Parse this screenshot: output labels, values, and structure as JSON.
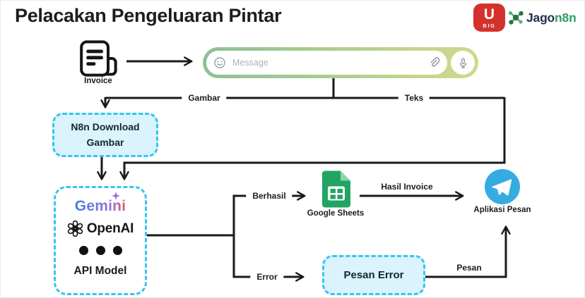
{
  "header": {
    "title": "Pelacakan Pengeluaran Pintar",
    "ubig_logo": {
      "letter": "U",
      "word": "BIG"
    },
    "jagon8n_logo": {
      "dark_part": "Jago",
      "green_part": "n8n"
    }
  },
  "chat_bar": {
    "placeholder": "Message",
    "icons": {
      "left": "emoji-smiley",
      "attach": "paperclip",
      "voice": "microphone"
    }
  },
  "nodes": {
    "invoice": {
      "label": "Invoice"
    },
    "n8n_download": {
      "label": "N8n Download Gambar"
    },
    "api_model": {
      "gemini_text": "Gemini",
      "openai_text": "OpenAI",
      "label": "API Model"
    },
    "google_sheets": {
      "label": "Google Sheets"
    },
    "messaging_app": {
      "label": "Aplikasi Pesan"
    },
    "error_box": {
      "label": "Pesan Error"
    }
  },
  "edge_labels": {
    "gambar": "Gambar",
    "teks": "Teks",
    "berhasil": "Berhasil",
    "error": "Error",
    "hasil_invoice": "Hasil Invoice",
    "pesan": "Pesan"
  },
  "colors": {
    "line": "#1a1a1a",
    "dashed_border": "#35c4f3",
    "box_fill": "#daf3fc",
    "telegram_blue": "#35ace1",
    "sheets_green": "#22A463",
    "ubig_red": "#d4312c",
    "jago_green": "#2f9e5f",
    "gemini_gradient": [
      "#3E7DE8",
      "#9a6fd8",
      "#d55f74"
    ],
    "chat_gradient": [
      "#8fc096",
      "#cfd98c"
    ]
  }
}
